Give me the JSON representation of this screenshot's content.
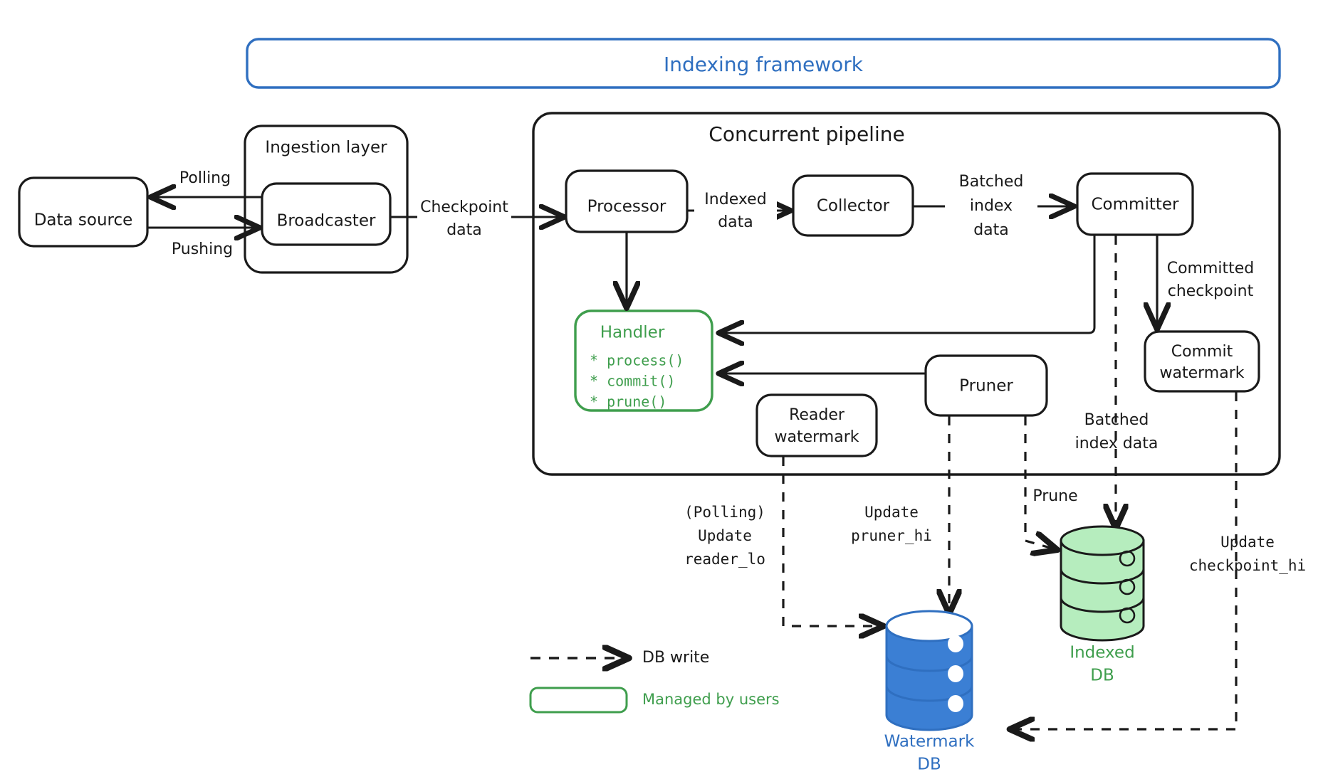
{
  "colors": {
    "ink": "#1a1a1a",
    "blue": "#2f6fc0",
    "blue_db_fill": "#3b7fd4",
    "green": "#3f9e4d",
    "green_db_fill": "#b6edbe",
    "white": "#ffffff"
  },
  "framework": {
    "title": "Indexing framework"
  },
  "ingestion": {
    "title": "Ingestion layer",
    "broadcaster": "Broadcaster"
  },
  "data_source": {
    "label": "Data source"
  },
  "edges": {
    "polling": "Polling",
    "pushing": "Pushing",
    "checkpoint_data_l1": "Checkpoint",
    "checkpoint_data_l2": "data",
    "indexed_data_l1": "Indexed",
    "indexed_data_l2": "data",
    "batched_index_l1": "Batched",
    "batched_index_l2": "index",
    "batched_index_l3": "data",
    "committed_checkpoint_l1": "Committed",
    "committed_checkpoint_l2": "checkpoint",
    "batched_index_data_b1": "Batched",
    "batched_index_data_b2": "index data",
    "prune": "Prune",
    "polling_update_l1": "(Polling)",
    "polling_update_l2": "Update",
    "polling_update_l3": "reader_lo",
    "update_pruner_l1": "Update",
    "update_pruner_l2": "pruner_hi",
    "update_checkpoint_l1": "Update",
    "update_checkpoint_l2": "checkpoint_hi"
  },
  "pipeline": {
    "title": "Concurrent pipeline",
    "processor": "Processor",
    "collector": "Collector",
    "committer": "Committer",
    "pruner": "Pruner",
    "reader_watermark_l1": "Reader",
    "reader_watermark_l2": "watermark",
    "commit_watermark_l1": "Commit",
    "commit_watermark_l2": "watermark"
  },
  "handler": {
    "title": "Handler",
    "methods": [
      "* process()",
      "* commit()",
      "* prune()"
    ]
  },
  "databases": {
    "watermark_l1": "Watermark",
    "watermark_l2": "DB",
    "indexed_l1": "Indexed",
    "indexed_l2": "DB"
  },
  "legend": {
    "db_write": "DB write",
    "managed_by_users": "Managed by users"
  }
}
